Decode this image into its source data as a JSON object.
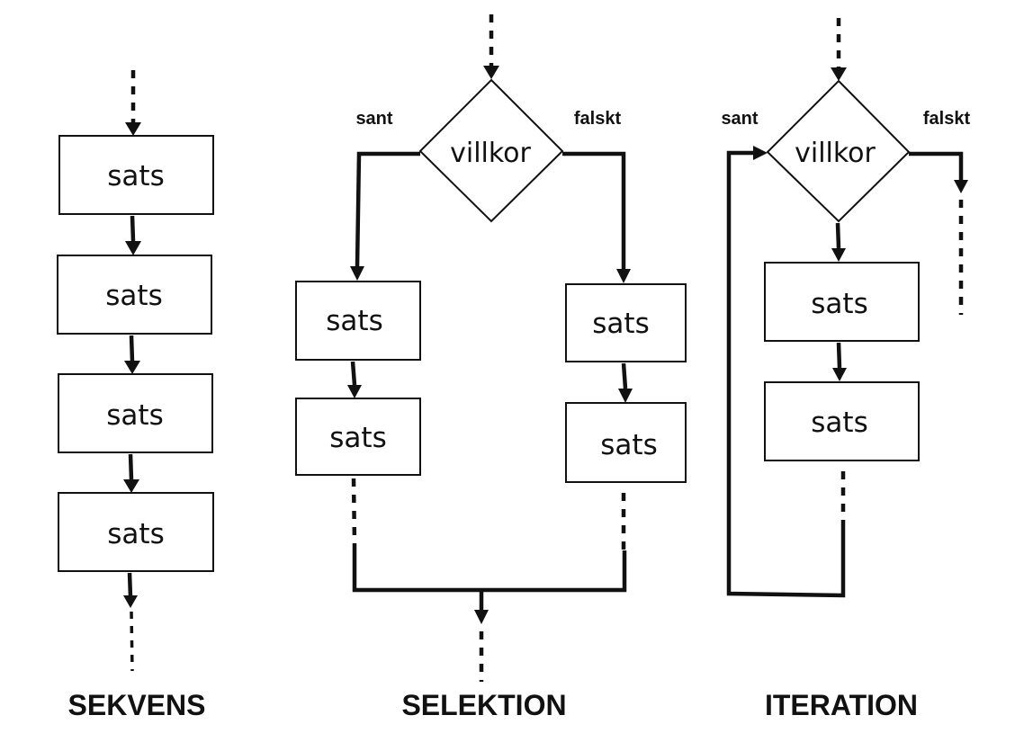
{
  "statement_label": "sats",
  "condition_label": "villkor",
  "true_label": "sant",
  "false_label": "falskt",
  "titles": {
    "sequence": "SEKVENS",
    "selection": "SELEKTION",
    "iteration": "ITERATION"
  },
  "colors": {
    "stroke": "#111111",
    "background": "#ffffff"
  }
}
